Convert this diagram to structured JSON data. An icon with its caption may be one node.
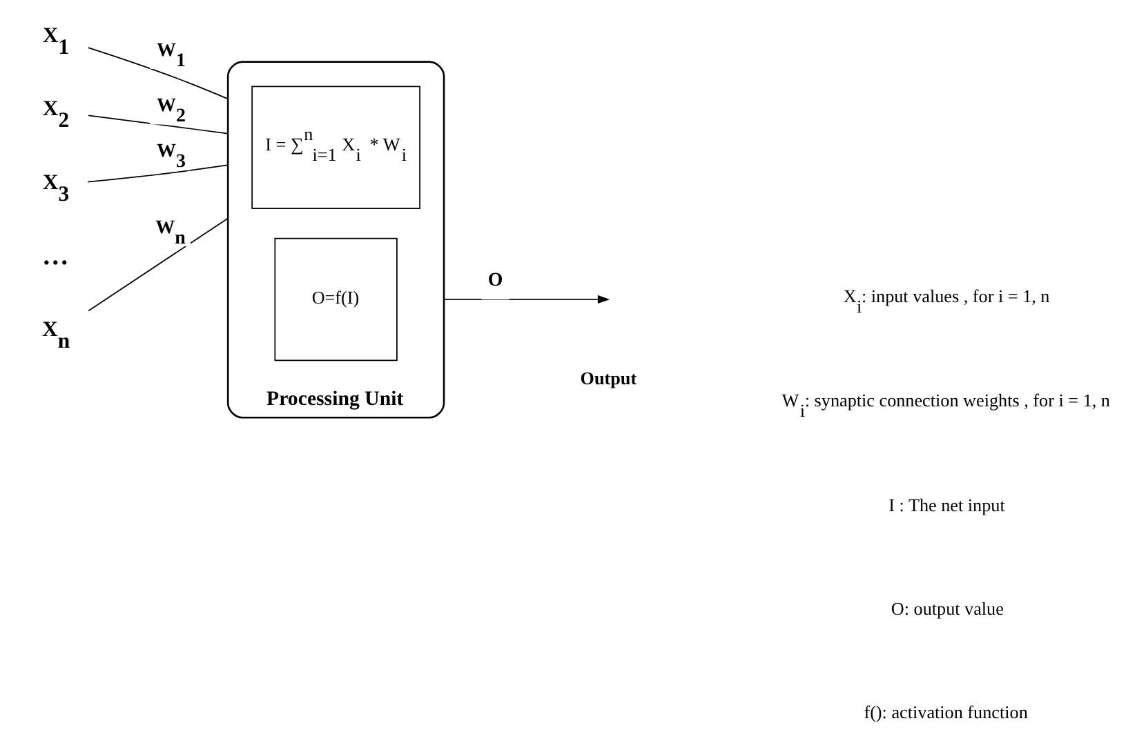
{
  "diagram": {
    "nodes": [
      {
        "text": [
          "X$_{1}$"
        ]
      },
      {
        "text": [
          "X$_{2}$"
        ]
      },
      {
        "text": [
          "X$_{3}$"
        ]
      },
      {
        "text": [
          "X$_{n}$"
        ]
      },
      {
        "text": [
          "Processing Unit"
        ]
      },
      {
        "text": [
          "I = ∑$^{n}$$_{i=1}$ X$_{i}$ * W$_{i}$"
        ],
        "in": 4
      },
      {
        "text": [
          "O=f(I)"
        ],
        "in": 4
      }
    ],
    "edges": [
      {
        "from": 0,
        "to": 4,
        "arrow": "none",
        "label": "W$_{1}$"
      },
      {
        "from": 1,
        "to": 4,
        "arrow": "none",
        "label": "W$_{2}$"
      },
      {
        "from": 2,
        "to": 4,
        "arrow": "none",
        "label": "W$_{3}$"
      },
      {
        "from": 3,
        "to": 4,
        "arrow": "none",
        "label": "W$_{n}$"
      },
      {
        "from": 4,
        "to": null,
        "arrow": "to",
        "label": "O"
      }
    ],
    "labels": [
      "…",
      "Output",
      "X$_{i}$: input values , for i = 1, n",
      "W$_{i}$: synaptic connection weights , for i = 1, n",
      "I : The net input",
      "O: output value",
      "f(): activation function"
    ]
  }
}
